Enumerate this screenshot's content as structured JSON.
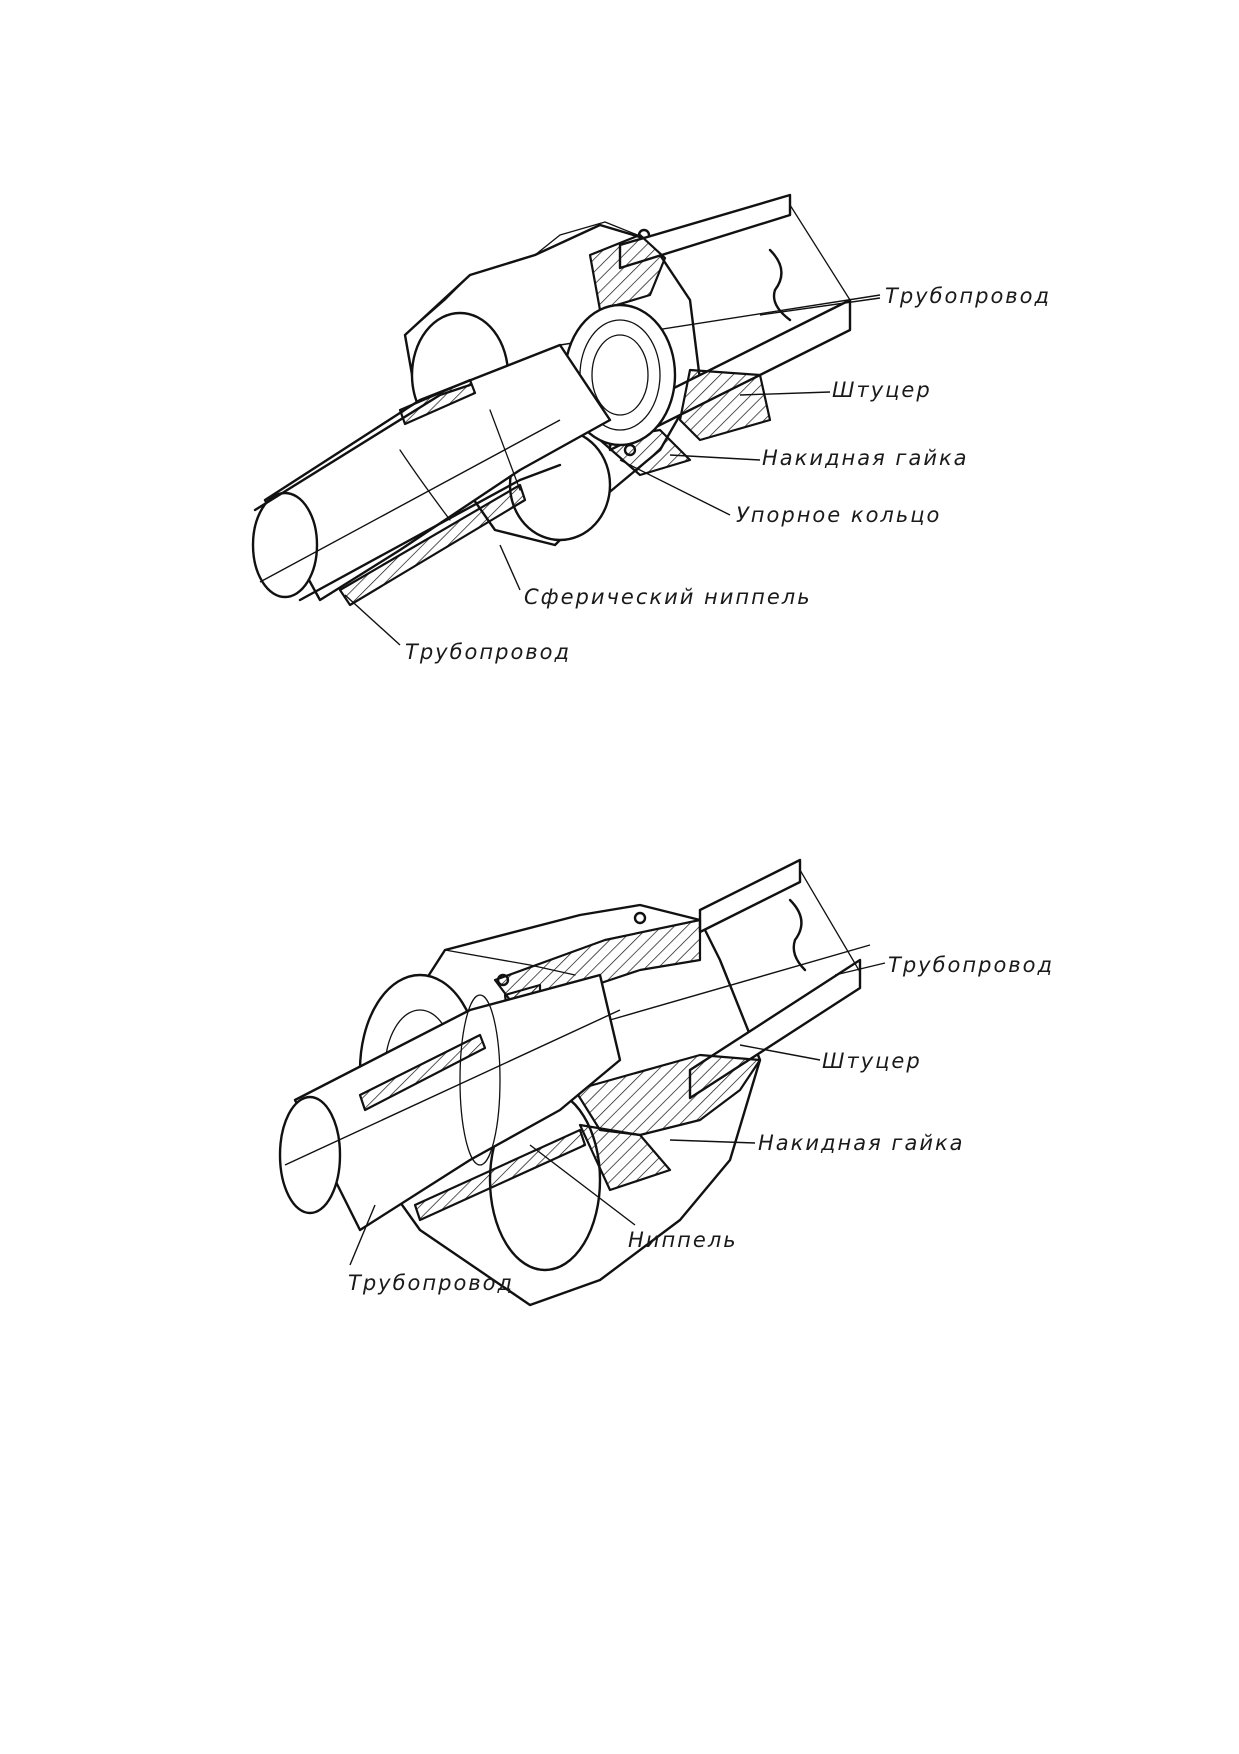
{
  "figure_top": {
    "labels": {
      "pipeline_upper": "Трубопровод",
      "fitting": "Штуцер",
      "union_nut": "Накидная гайка",
      "thrust_ring": "Упорное кольцо",
      "spherical_nipple": "Сферический   ниппель",
      "pipeline_lower": "Трубопровод"
    }
  },
  "figure_bottom": {
    "labels": {
      "pipeline_upper": "Трубопровод",
      "fitting": "Штуцер",
      "union_nut": "Накидная гайка",
      "nipple": "Ниппель",
      "pipeline_lower": "Трубопровод"
    }
  }
}
